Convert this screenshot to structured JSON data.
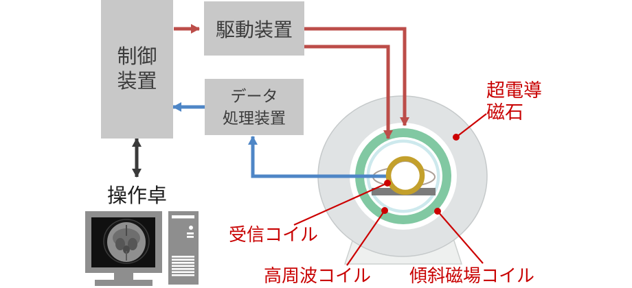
{
  "boxes": {
    "control": {
      "line1": "制御",
      "line2": "装置"
    },
    "drive": {
      "label": "駆動装置"
    },
    "data_processing": {
      "line1": "データ",
      "line2": "処理装置"
    }
  },
  "console": {
    "label": "操作卓"
  },
  "annotations": {
    "magnet": {
      "line1": "超電導",
      "line2": "磁石"
    },
    "receive_coil": {
      "label": "受信コイル"
    },
    "rf_coil": {
      "label": "高周波コイル"
    },
    "gradient_coil": {
      "label": "傾斜磁場コイル"
    }
  },
  "colors": {
    "box_fill": "#c8c8c8",
    "box_text": "#3b3b3b",
    "signal_red": "#bc4d49",
    "signal_blue": "#4e86c6",
    "link_black": "#3a3a3a",
    "annotation_red": "#cc0000",
    "magnet_body_gray": "#e0e3e4",
    "gradient_coil_green": "#81c8a2",
    "rf_coil_cyan": "#cde9ed",
    "receive_coil_gold": "#c3a02c",
    "patient_table_gray": "#7b7b7b"
  }
}
